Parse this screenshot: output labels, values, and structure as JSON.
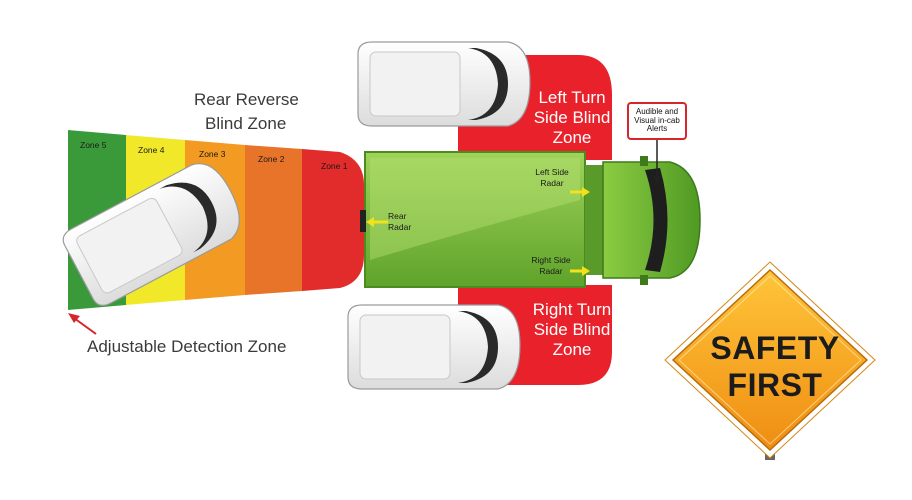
{
  "labels": {
    "rear_reverse_line1": "Rear Reverse",
    "rear_reverse_line2": "Blind Zone",
    "left_turn_line1": "Left Turn",
    "left_turn_line2": "Side Blind",
    "left_turn_line3": "Zone",
    "right_turn_line1": "Right Turn",
    "right_turn_line2": "Side Blind",
    "right_turn_line3": "Zone",
    "adjustable": "Adjustable Detection Zone",
    "rear_radar_line1": "Rear",
    "rear_radar_line2": "Radar",
    "left_radar_line1": "Left Side",
    "left_radar_line2": "Radar",
    "right_radar_line1": "Right Side",
    "right_radar_line2": "Radar",
    "alert_line1": "Audible and",
    "alert_line2": "Visual in-cab",
    "alert_line3": "Alerts"
  },
  "zones": [
    {
      "name": "Zone 5",
      "color": "#3a9a3a"
    },
    {
      "name": "Zone 4",
      "color": "#f2e82a"
    },
    {
      "name": "Zone 3",
      "color": "#f29a22"
    },
    {
      "name": "Zone 2",
      "color": "#e8742a"
    },
    {
      "name": "Zone 1",
      "color": "#e22b2b"
    }
  ],
  "sign": {
    "line1": "SAFETY",
    "line2": "FIRST",
    "fill": "#f6a91e"
  },
  "colors": {
    "blind_zone": "#e8212a",
    "truck_body": "#7fbf3a",
    "cab": "#74b83a",
    "arrow": "#f3e21a"
  }
}
